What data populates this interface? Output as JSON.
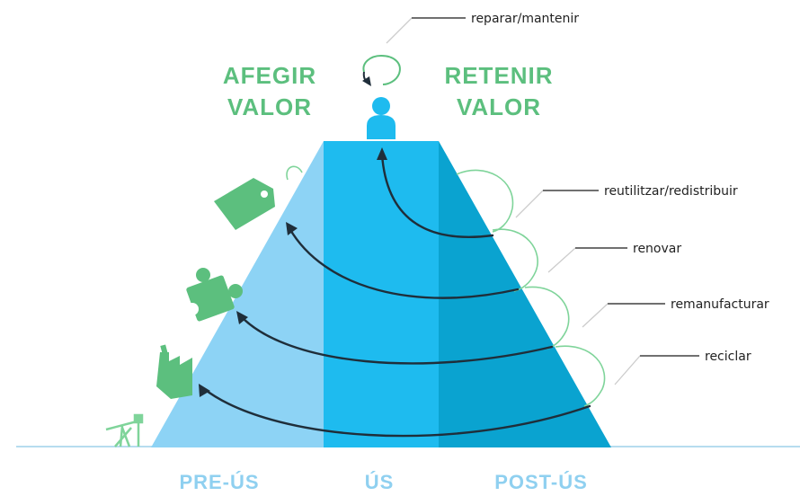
{
  "labels": {
    "add_value_line1": "AFEGIR",
    "add_value_line2": "VALOR",
    "retain_value_line1": "RETENIR",
    "retain_value_line2": "VALOR",
    "pre_use": "PRE-ÚS",
    "use": "ÚS",
    "post_use": "POST-ÚS"
  },
  "callouts": {
    "repair": "reparar/mantenir",
    "reuse": "reutilitzar/redistribuir",
    "refurbish": "renovar",
    "remanufacture": "remanufacturar",
    "recycle": "reciclar"
  },
  "icons": {
    "oil_pump": "oil-pump-icon",
    "factory": "factory-icon",
    "puzzle": "puzzle-icon",
    "tag": "price-tag-icon",
    "person": "person-icon",
    "cycle": "cycle-arrow-icon"
  },
  "colors": {
    "green": "#5cbf7e",
    "left_face": "#8dd3f5",
    "middle_face": "#1ebbef",
    "right_face": "#0aa3d0",
    "arrow": "#1f2e3a",
    "label_blue": "#8fd0f0"
  }
}
